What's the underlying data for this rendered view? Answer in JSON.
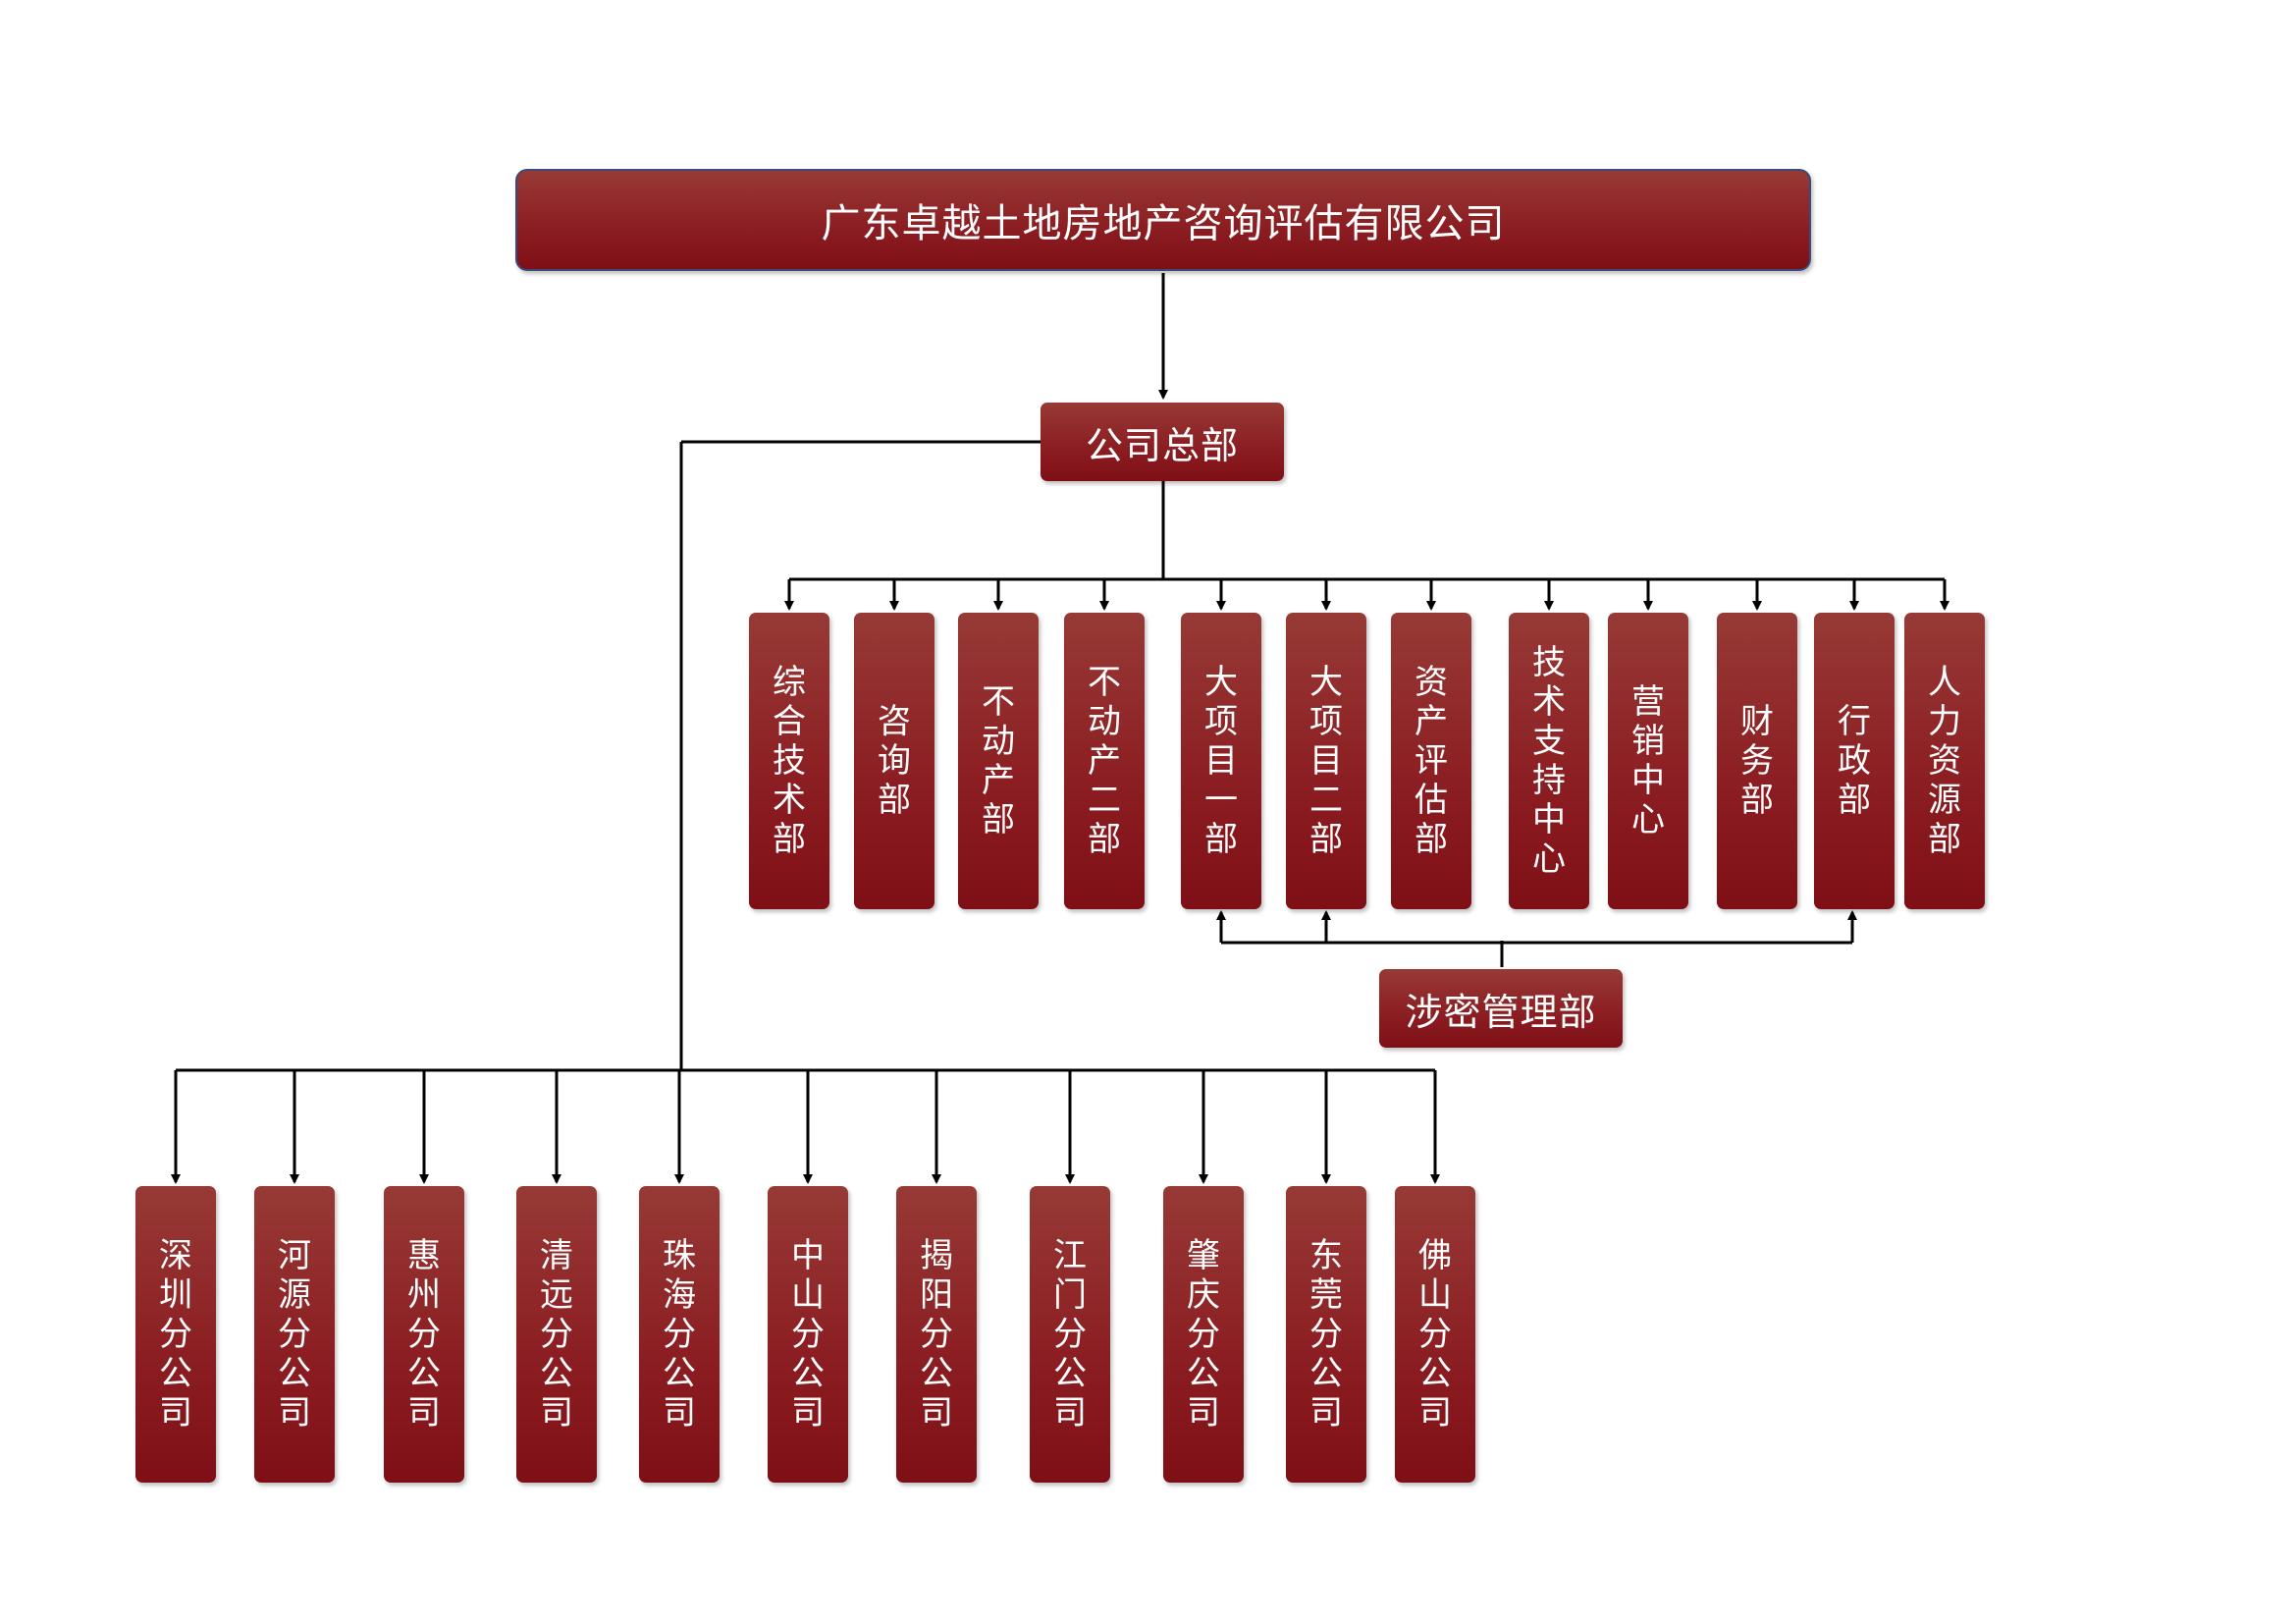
{
  "root": {
    "label": "广东卓越土地房地产咨询评估有限公司"
  },
  "hq": {
    "label": "公司总部"
  },
  "departments": [
    {
      "label": "综合技术部"
    },
    {
      "label": "咨询部"
    },
    {
      "label": "不动产部"
    },
    {
      "label": "不动产二部"
    },
    {
      "label": "大项目一部"
    },
    {
      "label": "大项目二部"
    },
    {
      "label": "资产评估部"
    },
    {
      "label": "技术支持中心"
    },
    {
      "label": "营销中心"
    },
    {
      "label": "财务部"
    },
    {
      "label": "行政部"
    },
    {
      "label": "人力资源部"
    }
  ],
  "confidential": {
    "label": "涉密管理部"
  },
  "branches": [
    {
      "label": "深圳分公司"
    },
    {
      "label": "河源分公司"
    },
    {
      "label": "惠州分公司"
    },
    {
      "label": "清远分公司"
    },
    {
      "label": "珠海分公司"
    },
    {
      "label": "中山分公司"
    },
    {
      "label": "揭阳分公司"
    },
    {
      "label": "江门分公司"
    },
    {
      "label": "肇庆分公司"
    },
    {
      "label": "东莞分公司"
    },
    {
      "label": "佛山分公司"
    }
  ],
  "colors": {
    "box": "#8c1f23",
    "box_top": "#973a36",
    "line": "#000000",
    "root_border": "#3a4a7a"
  }
}
